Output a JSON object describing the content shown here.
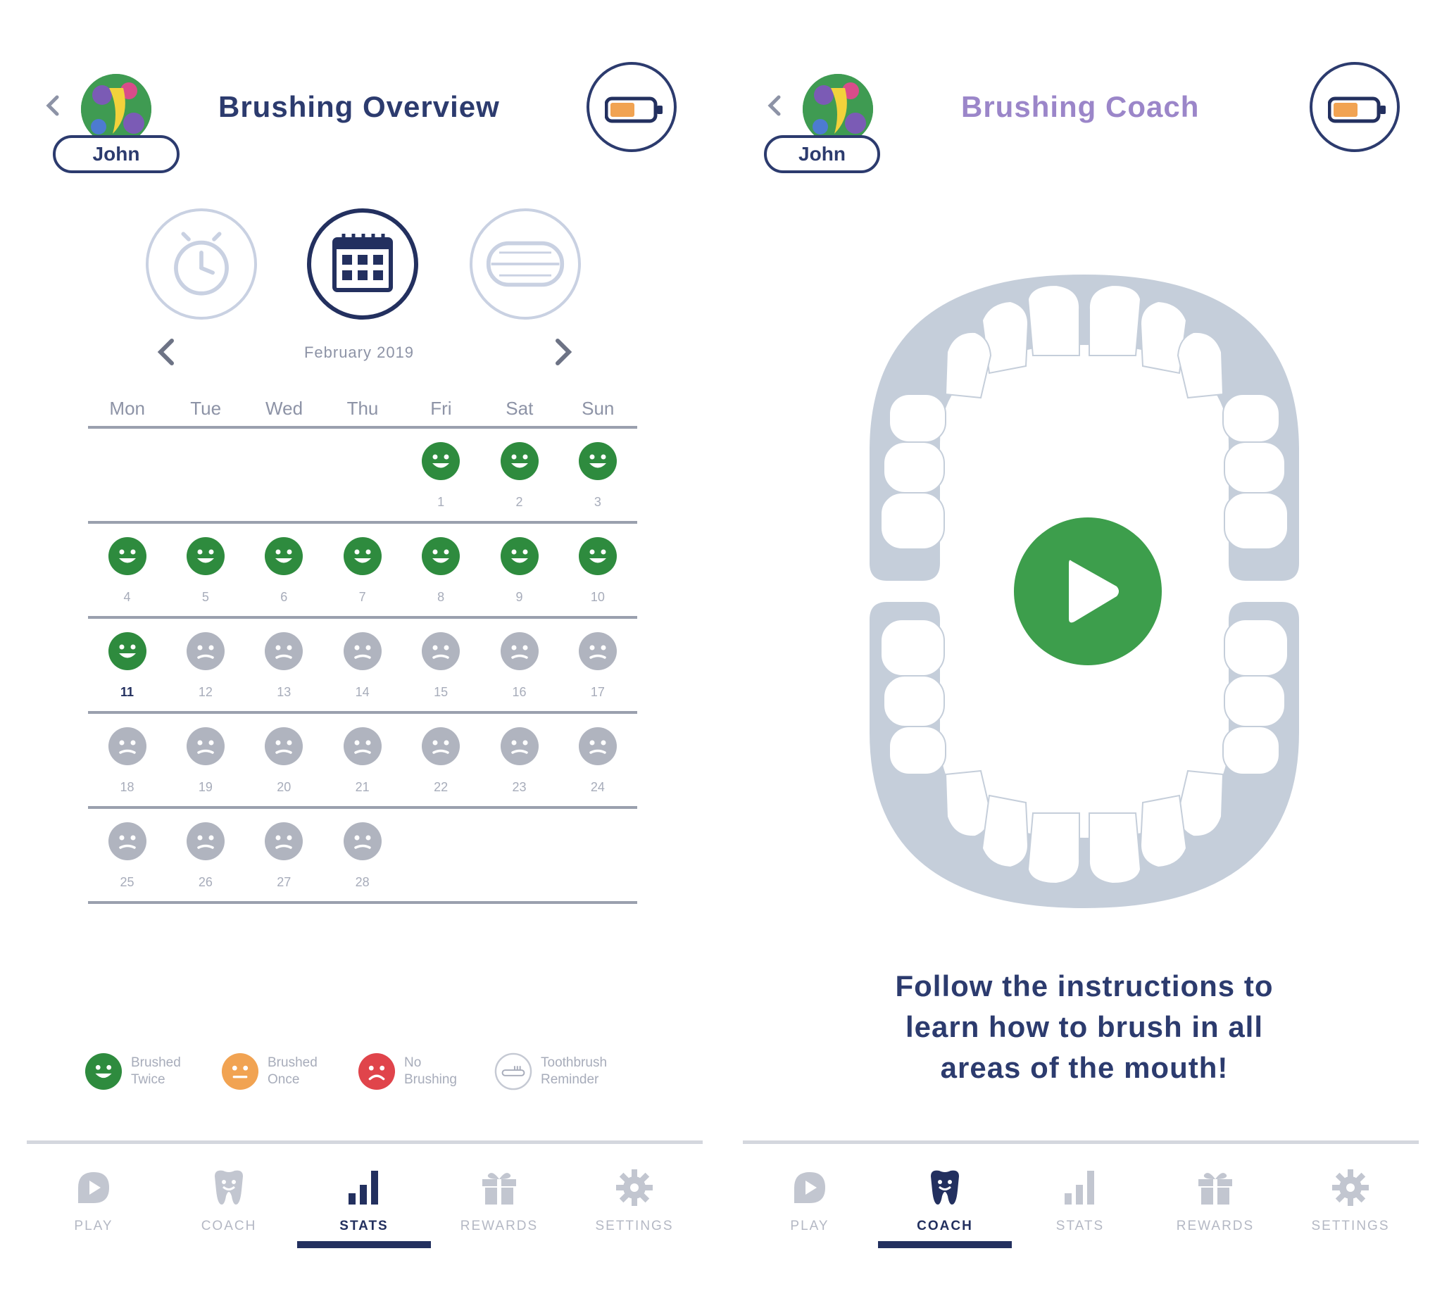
{
  "colors": {
    "navy": "#23305f",
    "green": "#2e8b3e",
    "gray_face": "#b0b4bf",
    "orange": "#f1a352",
    "red": "#e0444b",
    "coach_title": "#9b86c9"
  },
  "left": {
    "profile_name": "John",
    "title": "Brushing Overview",
    "month_label": "February 2019",
    "weekdays": [
      "Mon",
      "Tue",
      "Wed",
      "Thu",
      "Fri",
      "Sat",
      "Sun"
    ],
    "weeks": [
      [
        {
          "d": "",
          "s": ""
        },
        {
          "d": "",
          "s": ""
        },
        {
          "d": "",
          "s": ""
        },
        {
          "d": "",
          "s": ""
        },
        {
          "d": "1",
          "s": "twice"
        },
        {
          "d": "2",
          "s": "twice"
        },
        {
          "d": "3",
          "s": "twice"
        }
      ],
      [
        {
          "d": "4",
          "s": "twice"
        },
        {
          "d": "5",
          "s": "twice"
        },
        {
          "d": "6",
          "s": "twice"
        },
        {
          "d": "7",
          "s": "twice"
        },
        {
          "d": "8",
          "s": "twice"
        },
        {
          "d": "9",
          "s": "twice"
        },
        {
          "d": "10",
          "s": "twice"
        }
      ],
      [
        {
          "d": "11",
          "s": "twice",
          "today": true
        },
        {
          "d": "12",
          "s": "future"
        },
        {
          "d": "13",
          "s": "future"
        },
        {
          "d": "14",
          "s": "future"
        },
        {
          "d": "15",
          "s": "future"
        },
        {
          "d": "16",
          "s": "future"
        },
        {
          "d": "17",
          "s": "future"
        }
      ],
      [
        {
          "d": "18",
          "s": "future"
        },
        {
          "d": "19",
          "s": "future"
        },
        {
          "d": "20",
          "s": "future"
        },
        {
          "d": "21",
          "s": "future"
        },
        {
          "d": "22",
          "s": "future"
        },
        {
          "d": "23",
          "s": "future"
        },
        {
          "d": "24",
          "s": "future"
        }
      ],
      [
        {
          "d": "25",
          "s": "future"
        },
        {
          "d": "26",
          "s": "future"
        },
        {
          "d": "27",
          "s": "future"
        },
        {
          "d": "28",
          "s": "future"
        },
        {
          "d": "",
          "s": ""
        },
        {
          "d": "",
          "s": ""
        },
        {
          "d": "",
          "s": ""
        }
      ]
    ],
    "legend": [
      {
        "line1": "Brushed",
        "line2": "Twice",
        "icon": "green-smile-icon"
      },
      {
        "line1": "Brushed",
        "line2": "Once",
        "icon": "orange-face-icon"
      },
      {
        "line1": "No",
        "line2": "Brushing",
        "icon": "red-sad-icon"
      },
      {
        "line1": "Toothbrush",
        "line2": "Reminder",
        "icon": "toothbrush-reminder-icon"
      }
    ],
    "tabs": [
      "PLAY",
      "COACH",
      "STATS",
      "REWARDS",
      "SETTINGS"
    ],
    "active_tab": "STATS"
  },
  "right": {
    "profile_name": "John",
    "title": "Brushing Coach",
    "instructions": [
      "Follow the instructions to",
      "learn how to brush in all",
      "areas of the mouth!"
    ],
    "tabs": [
      "PLAY",
      "COACH",
      "STATS",
      "REWARDS",
      "SETTINGS"
    ],
    "active_tab": "COACH"
  }
}
